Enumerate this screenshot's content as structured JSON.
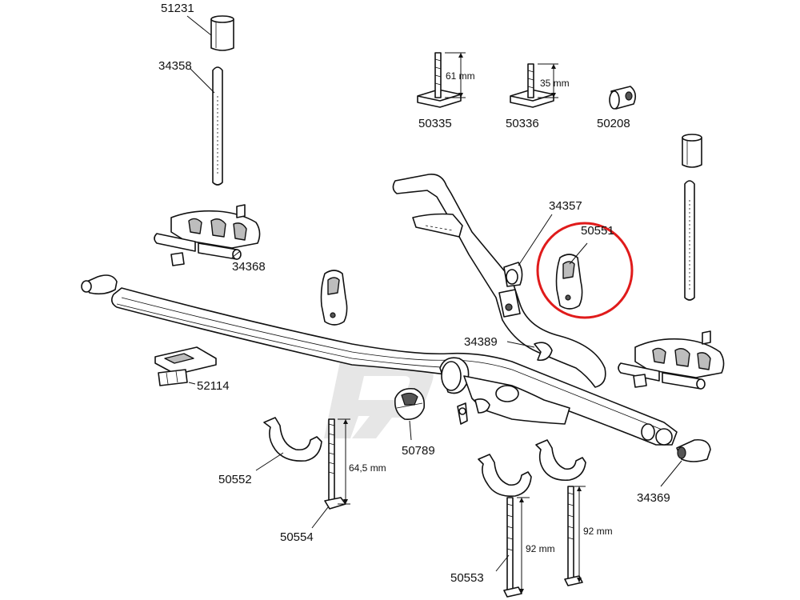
{
  "colors": {
    "highlight": "#e01b1b",
    "ink": "#111111",
    "shade": "#bdbdbd",
    "watermark": "#e6e6e6"
  },
  "parts": {
    "p51231": "51231",
    "p34358": "34358",
    "p50335": "50335",
    "p50336": "50336",
    "p50208": "50208",
    "p34357": "34357",
    "p50551": "50551",
    "p34368": "34368",
    "p34389": "34389",
    "p52114": "52114",
    "p50789": "50789",
    "p50552": "50552",
    "p50554": "50554",
    "p50553": "50553",
    "p34369": "34369"
  },
  "dimensions": {
    "d61": "61 mm",
    "d35": "35 mm",
    "d645": "64,5 mm",
    "d92a": "92 mm",
    "d92b": "92 mm"
  }
}
